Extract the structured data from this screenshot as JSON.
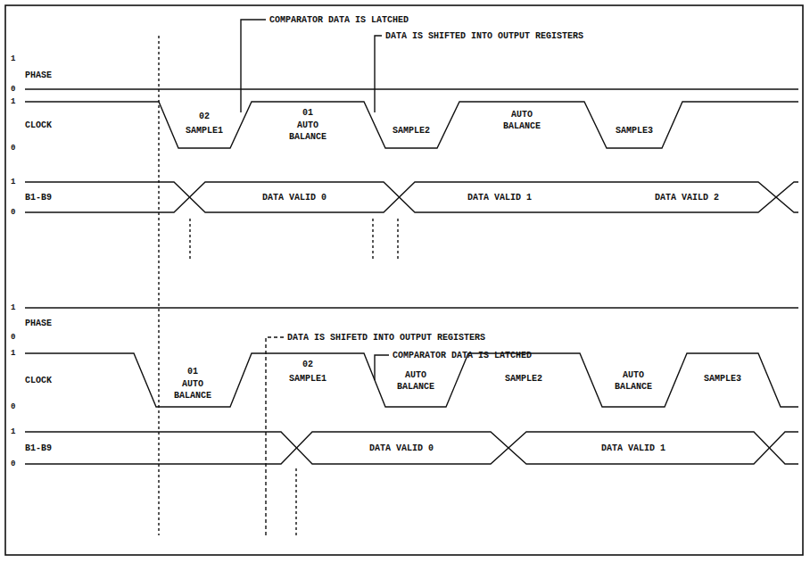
{
  "diagram": {
    "labels": [
      "1",
      "0",
      "PHASE",
      "COMPARATOR DATA IS LATCHED",
      "DATA IS SHIFTED INTO OUTPUT REGISTERS",
      "1",
      "0",
      "CLOCK",
      "02",
      "SAMPLE1",
      "01",
      "AUTO BALANCE",
      "SAMPLE2",
      "AUTO BALANCE",
      "SAMPLE3",
      "1",
      "0",
      "B1-B9",
      "DATA VALID 0",
      "DATA VALID 1",
      "DATA VAILD 2",
      "1",
      "0",
      "PHASE",
      "DATA IS SHIFETD INTO OUTPUT REGISTERS",
      "COMPARATOR DATA IS LATCHED",
      "1",
      "0",
      "CLOCK",
      "01",
      "AUTO BALANCE",
      "02",
      "SAMPLE1",
      "AUTO BALANCE",
      "SAMPLE2",
      "AUTO BALANCE",
      "SAMPLE3",
      "1",
      "0",
      "B1-B9",
      "DATA VALID 0",
      "DATA VALID 1"
    ]
  }
}
